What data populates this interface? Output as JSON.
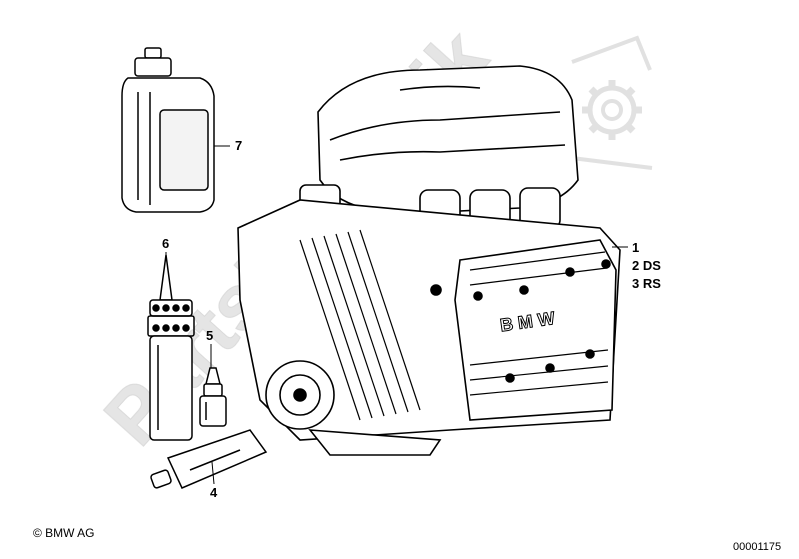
{
  "callouts": {
    "c1": "1",
    "c2": "2 DS",
    "c3": "3 RS",
    "c4": "4",
    "c5": "5",
    "c6": "6",
    "c7": "7"
  },
  "engine_logo": "B M W",
  "watermark": "PartsRepublik",
  "copyright": "© BMW AG",
  "diagram_number": "00001175"
}
